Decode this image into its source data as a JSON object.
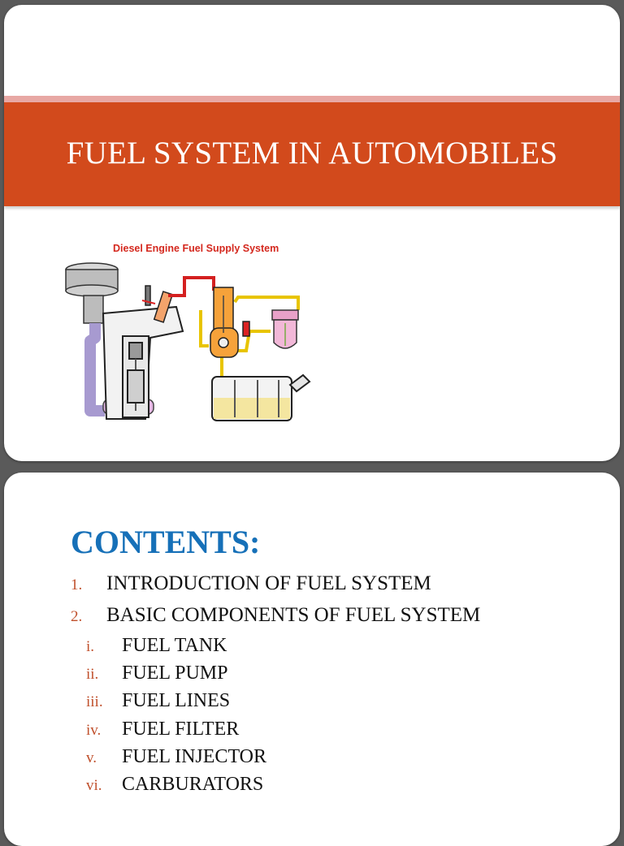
{
  "slide1": {
    "title": "FUEL SYSTEM IN AUTOMOBILES",
    "diagram_caption": "Diesel Engine Fuel Supply System"
  },
  "slide2": {
    "heading": "CONTENTS:",
    "items": [
      {
        "num": "1.",
        "text": "INTRODUCTION OF FUEL SYSTEM"
      },
      {
        "num": "2.",
        "text": "BASIC COMPONENTS OF FUEL SYSTEM"
      }
    ],
    "subitems": [
      {
        "num": "i.",
        "text": "FUEL TANK"
      },
      {
        "num": "ii.",
        "text": "FUEL PUMP"
      },
      {
        "num": "iii.",
        "text": "FUEL LINES"
      },
      {
        "num": "iv.",
        "text": "FUEL FILTER"
      },
      {
        "num": "v.",
        "text": "FUEL INJECTOR"
      },
      {
        "num": "vi.",
        "text": "CARBURATORS"
      }
    ]
  },
  "colors": {
    "banner": "#d24a1c",
    "heading": "#1670b8",
    "list_number": "#c0502c"
  }
}
